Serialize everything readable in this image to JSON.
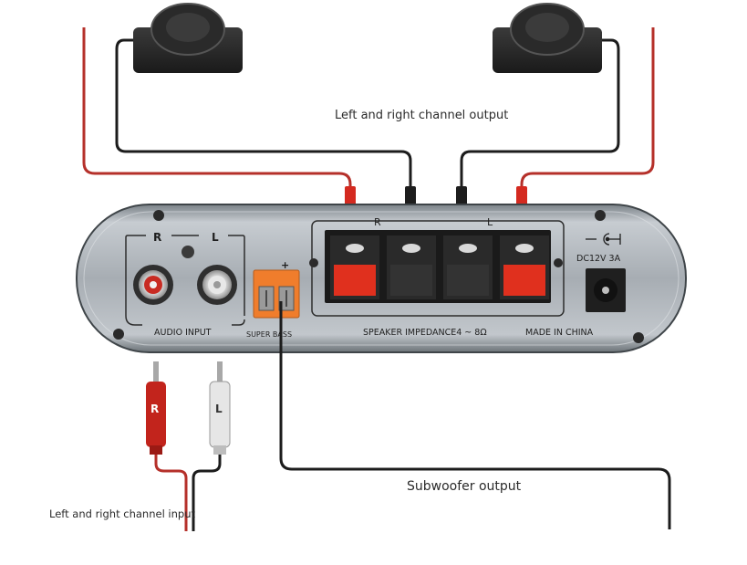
{
  "captions": {
    "output_lr": "Left and right channel output",
    "subwoofer": "Subwoofer output",
    "input_lr": "Left and right channel input"
  },
  "panel": {
    "input_r": "R",
    "input_l": "L",
    "audio_input": "AUDIO INPUT",
    "super_bass": "SUPER BASS",
    "speaker_r": "R",
    "speaker_l": "L",
    "speaker_impedance": "SPEAKER IMPEDANCE4 ~ 8Ω",
    "made_in": "MADE IN CHINA",
    "dc_rating": "DC12V  3A",
    "plus_sign": "+"
  },
  "plugs": {
    "right": "R",
    "left": "L"
  },
  "colors": {
    "red_wire": "#b5302a",
    "black_wire": "#1c1c1c",
    "panel_metal": "#9aa0a6",
    "red_terminal": "#e0301e",
    "orange_terminal": "#f07d2c"
  }
}
